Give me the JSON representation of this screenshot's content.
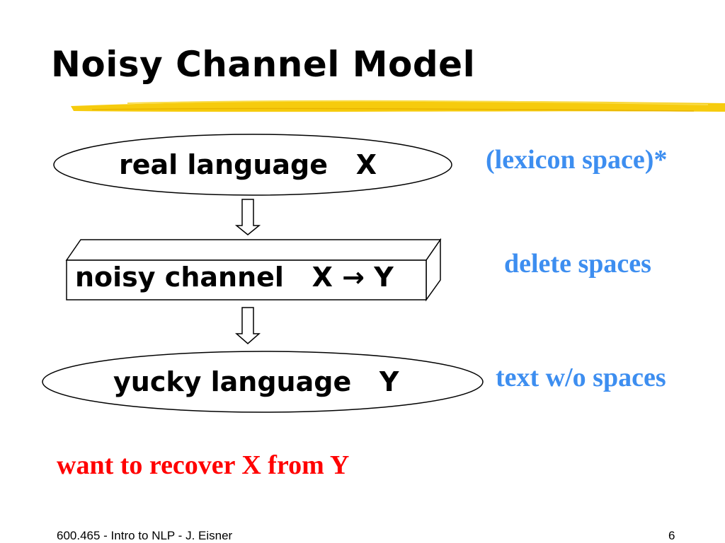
{
  "slide": {
    "title": "Noisy Channel Model",
    "footer_course": "600.465 - Intro to NLP - J. Eisner",
    "page_number": "6"
  },
  "diagram": {
    "source": {
      "label": "real language   X",
      "annotation": "(lexicon space)*"
    },
    "channel": {
      "label": "noisy channel   X → Y",
      "annotation": "delete spaces"
    },
    "output": {
      "label": "yucky language   Y",
      "annotation": "text w/o spaces"
    }
  },
  "conclusion": {
    "prefix": "want to recover ",
    "x": "X",
    "middle": " from ",
    "y": "Y"
  },
  "colors": {
    "annotation": "#3d8ef0",
    "conclusion": "#ff0000",
    "highlight": "#f5c800"
  }
}
